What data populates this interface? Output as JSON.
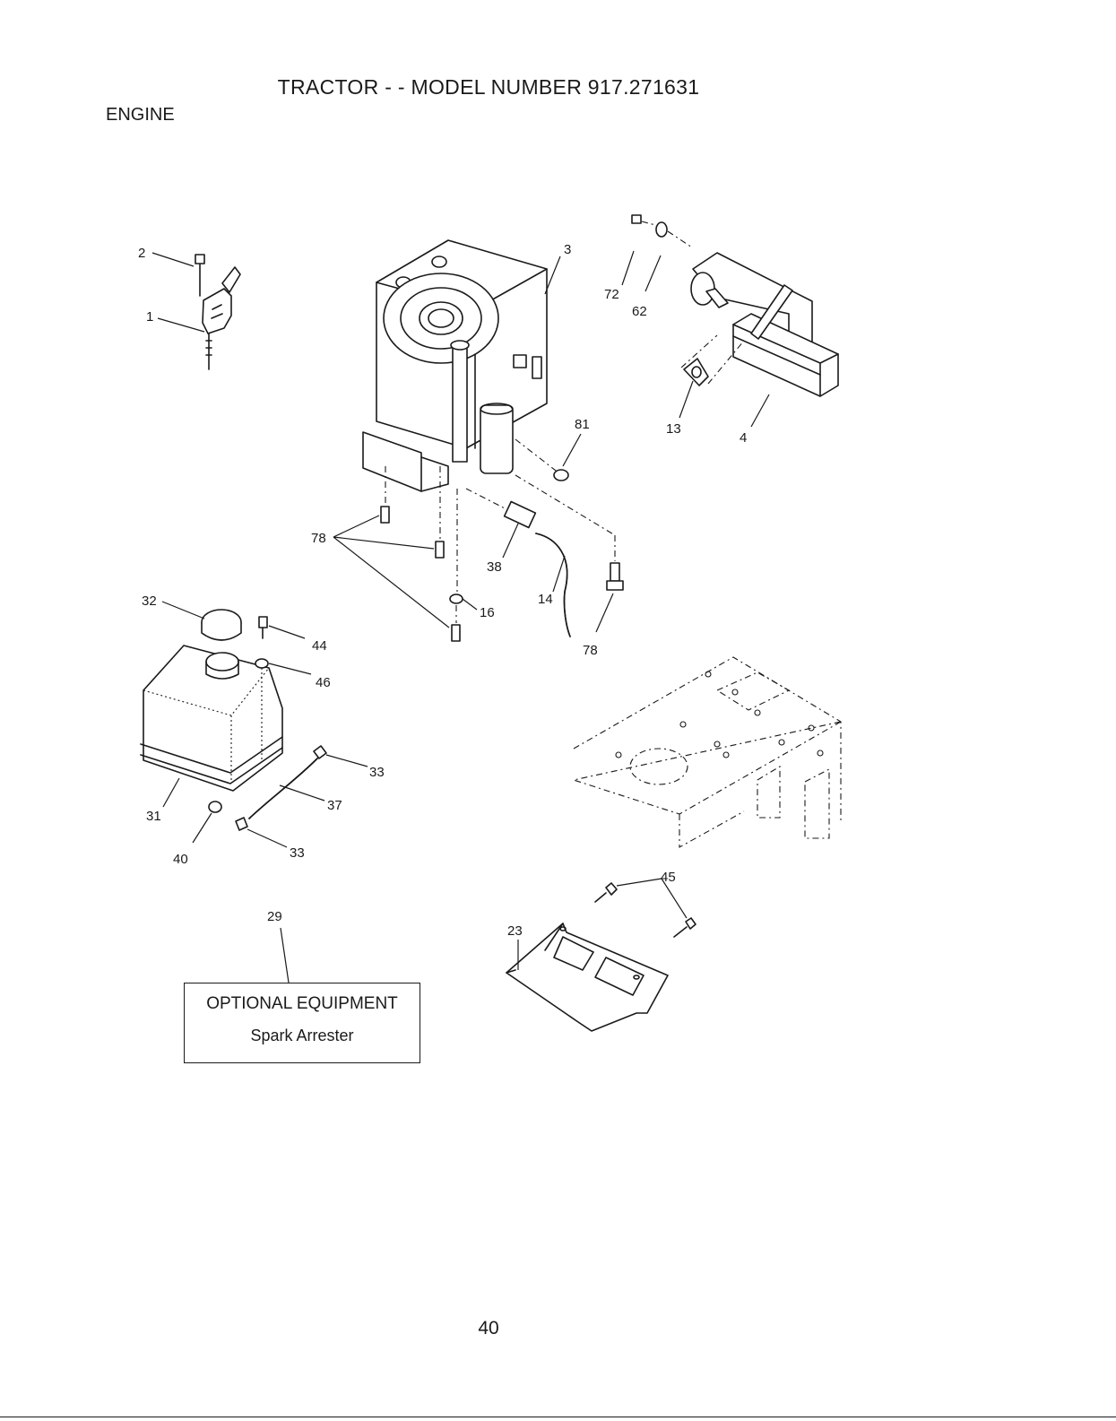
{
  "header": {
    "title": "TRACTOR - - MODEL NUMBER 917.271631",
    "section": "ENGINE"
  },
  "callouts": {
    "c1": "1",
    "c2": "2",
    "c3": "3",
    "c4": "4",
    "c13": "13",
    "c14": "14",
    "c16": "16",
    "c23": "23",
    "c29": "29",
    "c31": "31",
    "c32": "32",
    "c33a": "33",
    "c33b": "33",
    "c37": "37",
    "c38": "38",
    "c40": "40",
    "c44": "44",
    "c45": "45",
    "c46": "46",
    "c62": "62",
    "c72": "72",
    "c78a": "78",
    "c78b": "78",
    "c81": "81"
  },
  "optional_equipment": {
    "heading": "OPTIONAL EQUIPMENT",
    "item": "Spark Arrester"
  },
  "footer": {
    "page_number": "40"
  }
}
